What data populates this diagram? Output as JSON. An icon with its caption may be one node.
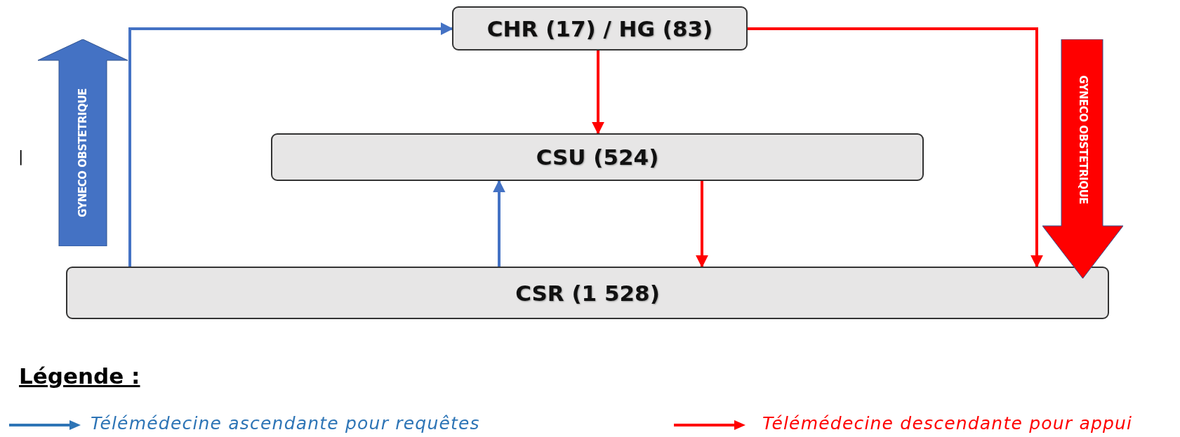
{
  "diagram": {
    "nodes": [
      {
        "text": [
          "CHR (17) / HG (83)"
        ]
      },
      {
        "text": [
          "CSU (524)"
        ]
      },
      {
        "text": [
          "CSR (1 528)"
        ]
      },
      {
        "text": [
          "GYNECO OBSTETRIQUE"
        ]
      },
      {
        "text": [
          "GYNECO OBSTETRIQUE"
        ]
      }
    ],
    "edges": [
      {
        "from": 2,
        "to": 0,
        "arrow": "to",
        "color": "#4472c4"
      },
      {
        "from": 0,
        "to": 1,
        "arrow": "to",
        "color": "#ff0000"
      },
      {
        "from": 2,
        "to": 1,
        "arrow": "to",
        "color": "#4472c4"
      },
      {
        "from": 1,
        "to": 2,
        "arrow": "to",
        "color": "#ff0000"
      },
      {
        "from": 0,
        "to": 2,
        "arrow": "to",
        "color": "#ff0000"
      }
    ],
    "labels": [
      "|",
      "Légende :"
    ],
    "legend": [
      {
        "text": "Télémédecine ascendante pour requêtes"
      },
      {
        "text": "Télémédecine descendante pour appui"
      }
    ]
  }
}
